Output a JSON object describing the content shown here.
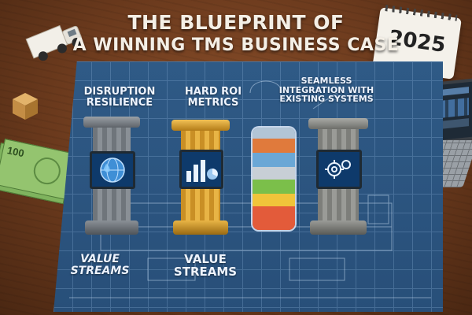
{
  "title": {
    "line1": "THE BLUEPRINT OF",
    "line2": "A WINNING TMS BUSINESS CASE"
  },
  "calendar": {
    "year": "2025"
  },
  "banknote": {
    "denomination": "100"
  },
  "pillars": [
    {
      "label_lines": [
        "DISRUPTION",
        "RESILIENCE"
      ],
      "screen_icon": "globe-icon",
      "material": "stone"
    },
    {
      "label_lines": [
        "HARD ROI",
        "METRICS"
      ],
      "screen_icon": "bar-chart-icon",
      "material": "gold"
    },
    {
      "label_lines": [],
      "screen_icon": "",
      "material": "glass-cylinder"
    },
    {
      "label_lines": [
        "SEAMLESS",
        "INTEGRATION WITH",
        "EXISTING SYSTEMS"
      ],
      "screen_icon": "gears-icon",
      "material": "stone"
    }
  ],
  "bottom_labels": [
    {
      "lines": [
        "VALUE",
        "STREAMS"
      ]
    },
    {
      "lines": [
        "VALUE",
        "STREAMS"
      ]
    }
  ],
  "colors": {
    "blueprint": "#2d5783",
    "gold": "#d9a22e",
    "stone": "#7b7f84",
    "cylinder_bands": [
      "#e07a3c",
      "#6aa7d6",
      "#c8cfd6",
      "#7bbf4a",
      "#f0c43a",
      "#e35b3a",
      "#b2c5d6"
    ]
  }
}
